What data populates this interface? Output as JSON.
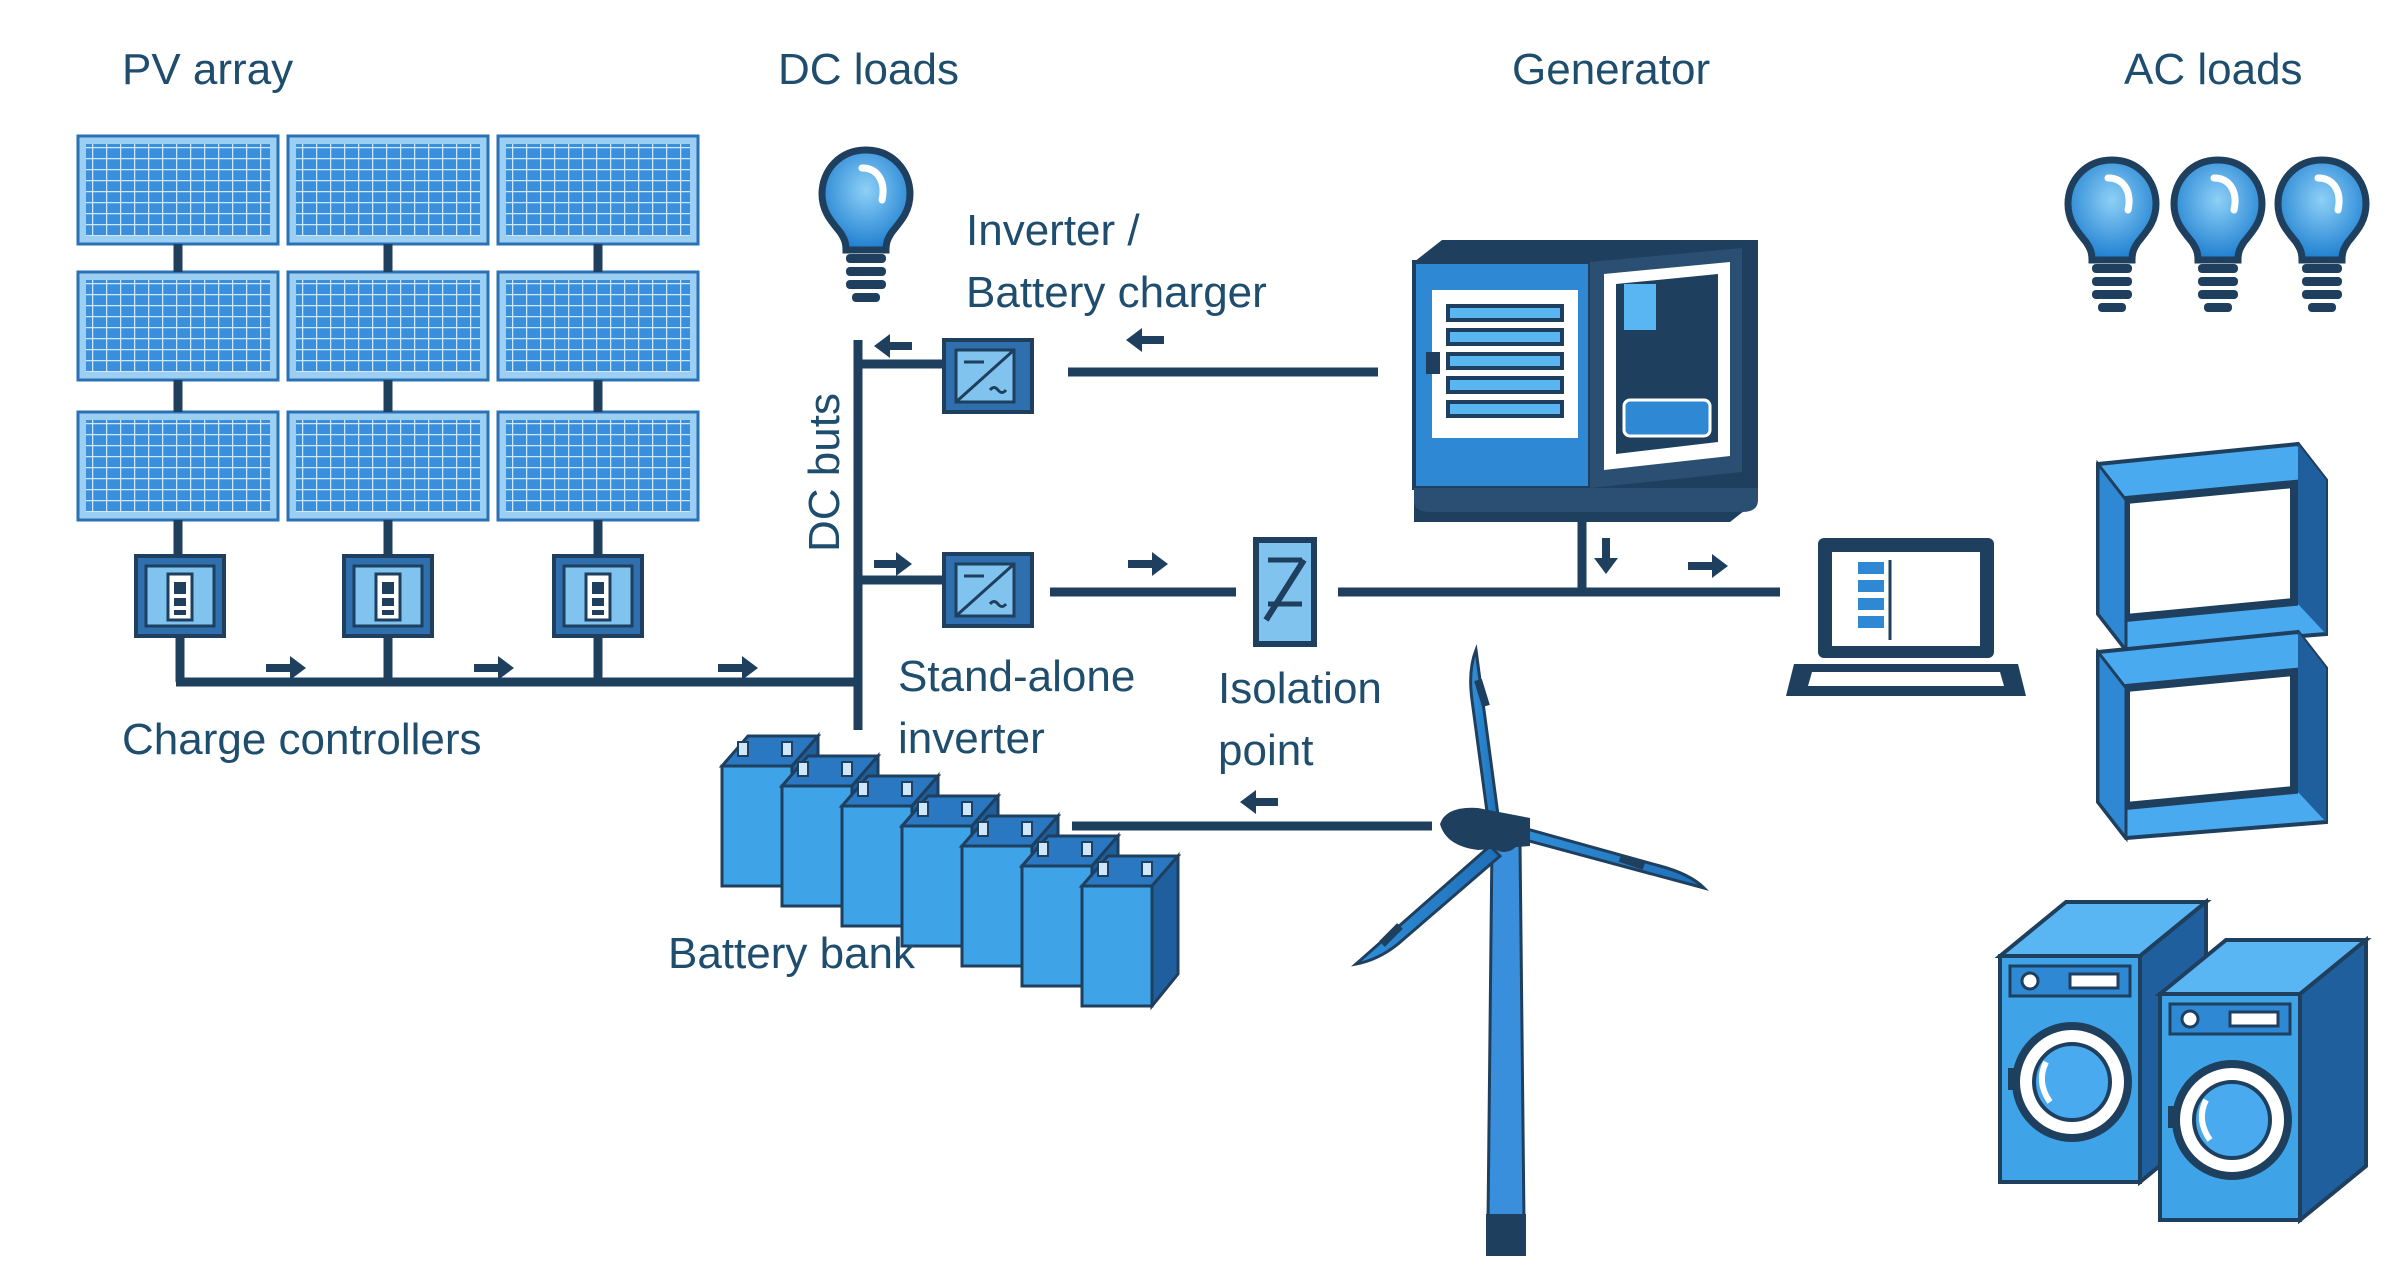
{
  "labels": {
    "pv_array": "PV array",
    "dc_loads": "DC loads",
    "generator": "Generator",
    "ac_loads": "AC loads",
    "inverter_charger_1": "Inverter /",
    "inverter_charger_2": "Battery charger",
    "dc_bus": "DC buts",
    "standalone_1": "Stand-alone",
    "standalone_2": "inverter",
    "isolation_1": "Isolation",
    "isolation_2": "point",
    "charge_controllers": "Charge controllers",
    "battery_bank": "Battery bank"
  },
  "colors": {
    "navy": "#1f3f5e",
    "text": "#1f4d6e",
    "accent_blue": "#2f8fd8",
    "light_blue": "#7fc3ee",
    "panel_blue": "#3a8fdc"
  },
  "icons": {
    "pv_panel": "solar-panel-icon",
    "controller": "charge-controller-icon",
    "bulb": "light-bulb-icon",
    "inverter": "inverter-icon",
    "generator": "generator-icon",
    "isolation": "isolation-switch-icon",
    "laptop": "laptop-icon",
    "monitor": "monitor-icon",
    "washer": "washing-machine-icon",
    "battery": "battery-icon",
    "turbine": "wind-turbine-icon"
  }
}
